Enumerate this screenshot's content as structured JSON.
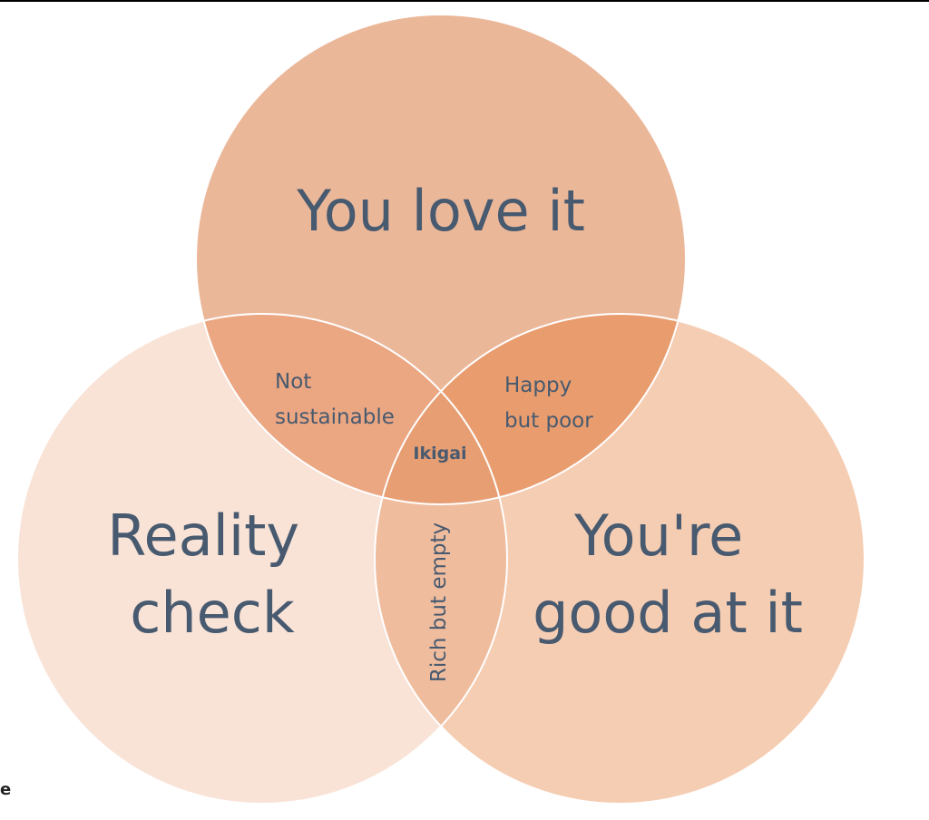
{
  "diagram": {
    "type": "venn-3",
    "circles": {
      "top": {
        "label": "You love it",
        "color": "#ebb799"
      },
      "left": {
        "label_line1": "Reality",
        "label_line2": "check",
        "color": "#f9e3d7"
      },
      "right": {
        "label_line1": "You're",
        "label_line2": "good at it",
        "color": "#f5cdb3"
      }
    },
    "overlaps": {
      "top_left": {
        "line1": "Not",
        "line2": "sustainable",
        "color": "#eba682"
      },
      "top_right": {
        "line1": "Happy",
        "line2": "but poor",
        "color": "#e99d6f"
      },
      "left_right": {
        "label": "Rich but empty",
        "color": "#efbc9d"
      },
      "center": {
        "label": "Ikigai",
        "color": "#e79e72"
      }
    },
    "outline_color": "#ffffff",
    "text_color": "#485a6f"
  },
  "edge_glyph": "e"
}
